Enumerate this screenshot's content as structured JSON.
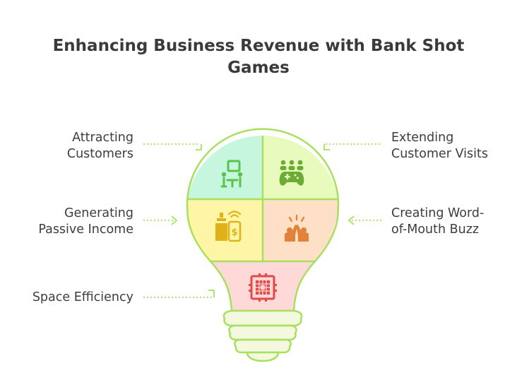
{
  "title": "Enhancing Business Revenue with Bank Shot Games",
  "segments": [
    {
      "line1": "Attracting",
      "line2": "Customers",
      "fill": "#c6f6de",
      "icon": "customers-icon",
      "icon_color": "#58c44a"
    },
    {
      "line1": "Extending",
      "line2": "Customer Visits",
      "fill": "#e8fbbd",
      "icon": "gaming-group-icon",
      "icon_color": "#6cac36"
    },
    {
      "line1": "Generating",
      "line2": "Passive Income",
      "fill": "#fff5a6",
      "icon": "payment-terminal-icon",
      "icon_color": "#e0b21a"
    },
    {
      "line1": "Creating Word-",
      "line2": "of-Mouth Buzz",
      "fill": "#fde0c6",
      "icon": "high-five-icon",
      "icon_color": "#e2823a"
    },
    {
      "line1": "Space Efficiency",
      "line2": "",
      "fill": "#ffd8d8",
      "icon": "game-board-icon",
      "icon_color": "#e24a4a"
    }
  ],
  "colors": {
    "outline": "#a8e05e",
    "connector": "#a8e05e",
    "base": "#f3f8de"
  }
}
